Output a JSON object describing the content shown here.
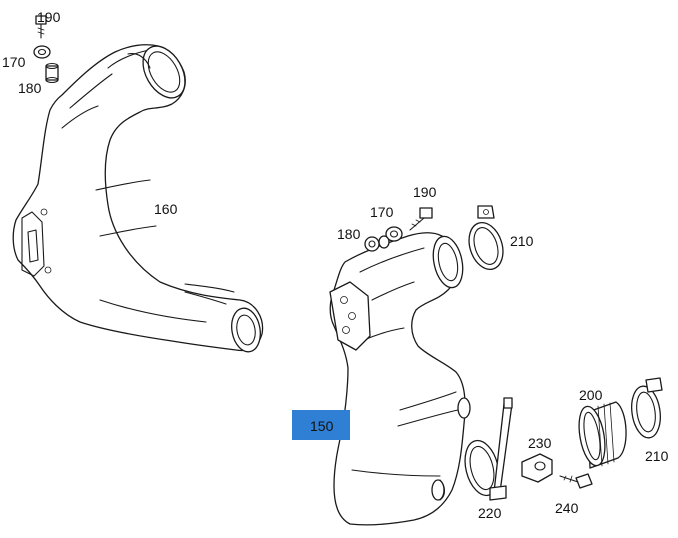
{
  "highlight_color": "#2f7fd4",
  "parts": {
    "p150": "150",
    "p160": "160",
    "p170_left": "170",
    "p170_right": "170",
    "p180_left": "180",
    "p180_right": "180",
    "p190_left": "190",
    "p190_right": "190",
    "p200": "200",
    "p210_top": "210",
    "p210_bottom": "210",
    "p220": "220",
    "p230": "230",
    "p240": "240"
  },
  "selected_part": "150"
}
